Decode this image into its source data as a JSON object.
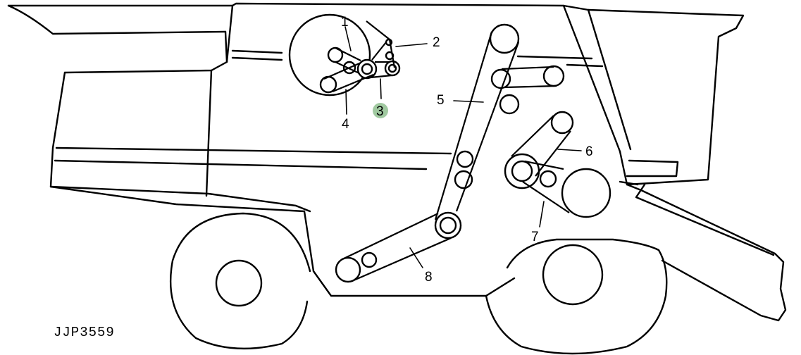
{
  "labels": {
    "l1": "1",
    "l2": "2",
    "l3": "3",
    "l4": "4",
    "l5": "5",
    "l6": "6",
    "l7": "7",
    "l8": "8"
  },
  "figure_code": "JJP3559",
  "colors": {
    "highlight": "#8fbf8f",
    "line": "#000000",
    "background": "#ffffff"
  }
}
